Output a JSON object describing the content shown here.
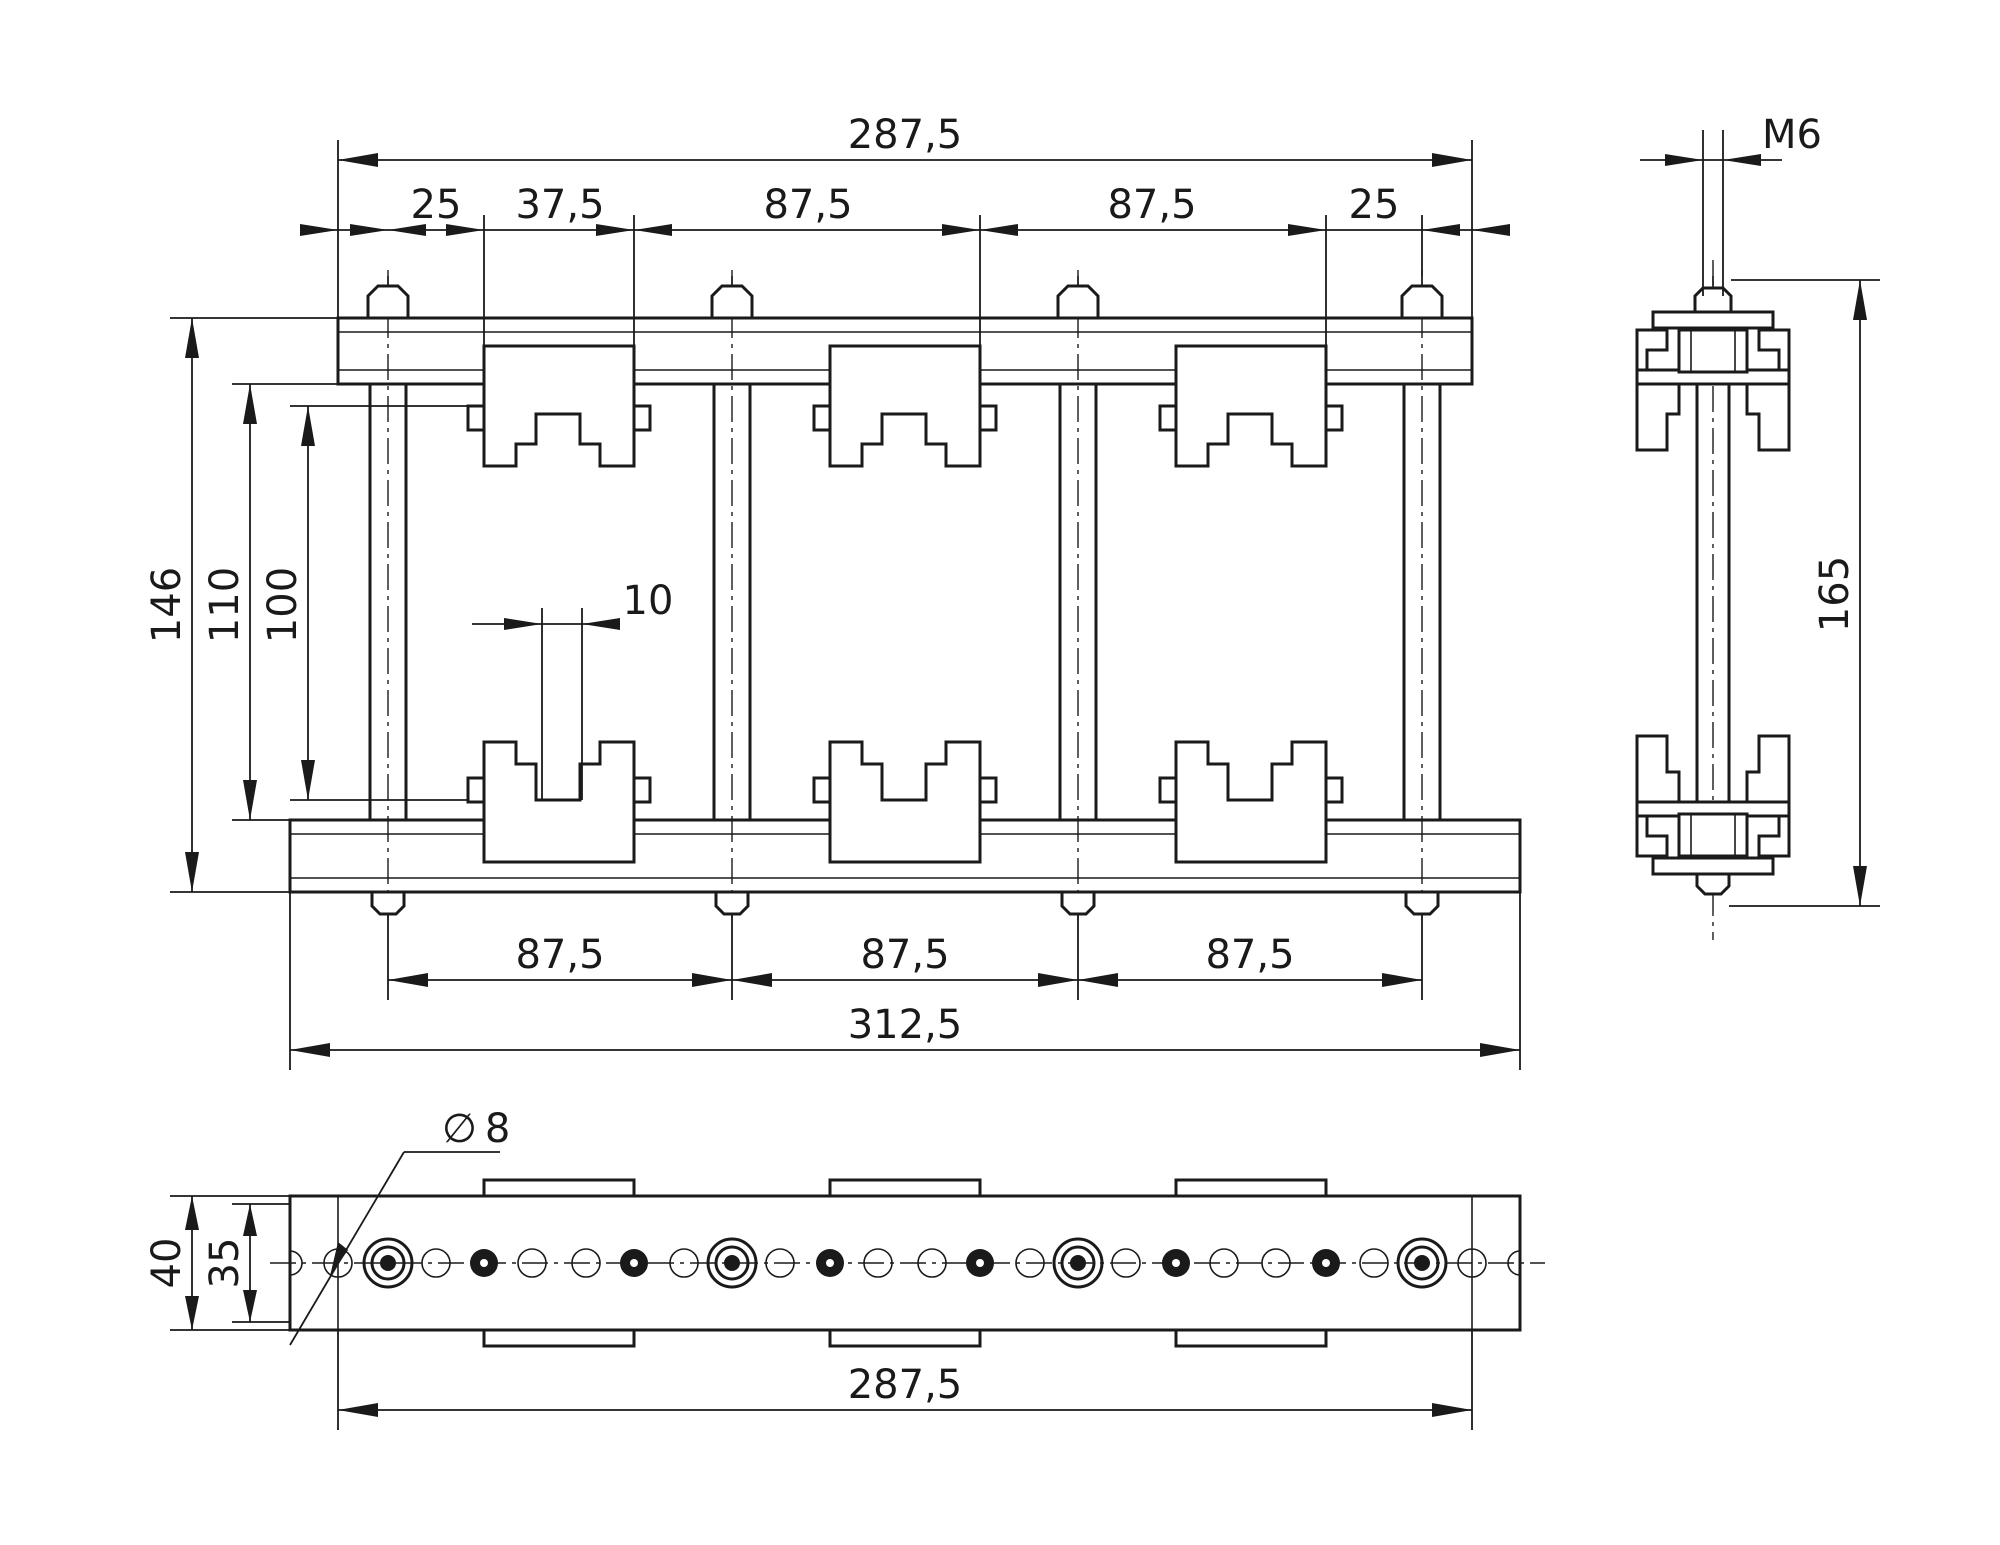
{
  "dimensions": {
    "front_top_overall": "287,5",
    "front_top_seg1": "25",
    "front_top_seg2": "37,5",
    "front_top_seg3": "87,5",
    "front_top_seg4": "87,5",
    "front_top_seg5": "25",
    "front_height_146": "146",
    "front_height_110": "110",
    "front_height_100": "100",
    "clip_width": "10",
    "front_bottom_seg1": "87,5",
    "front_bottom_seg2": "87,5",
    "front_bottom_seg3": "87,5",
    "front_bottom_overall": "312,5",
    "side_thread": "M6",
    "side_height": "165",
    "top_hole_diameter": "8",
    "top_height_40": "40",
    "top_height_35": "35",
    "top_overall": "287,5"
  },
  "symbols": {
    "diameter": "∅"
  },
  "colors": {
    "line": "#1a1a1a",
    "background": "#ffffff"
  }
}
